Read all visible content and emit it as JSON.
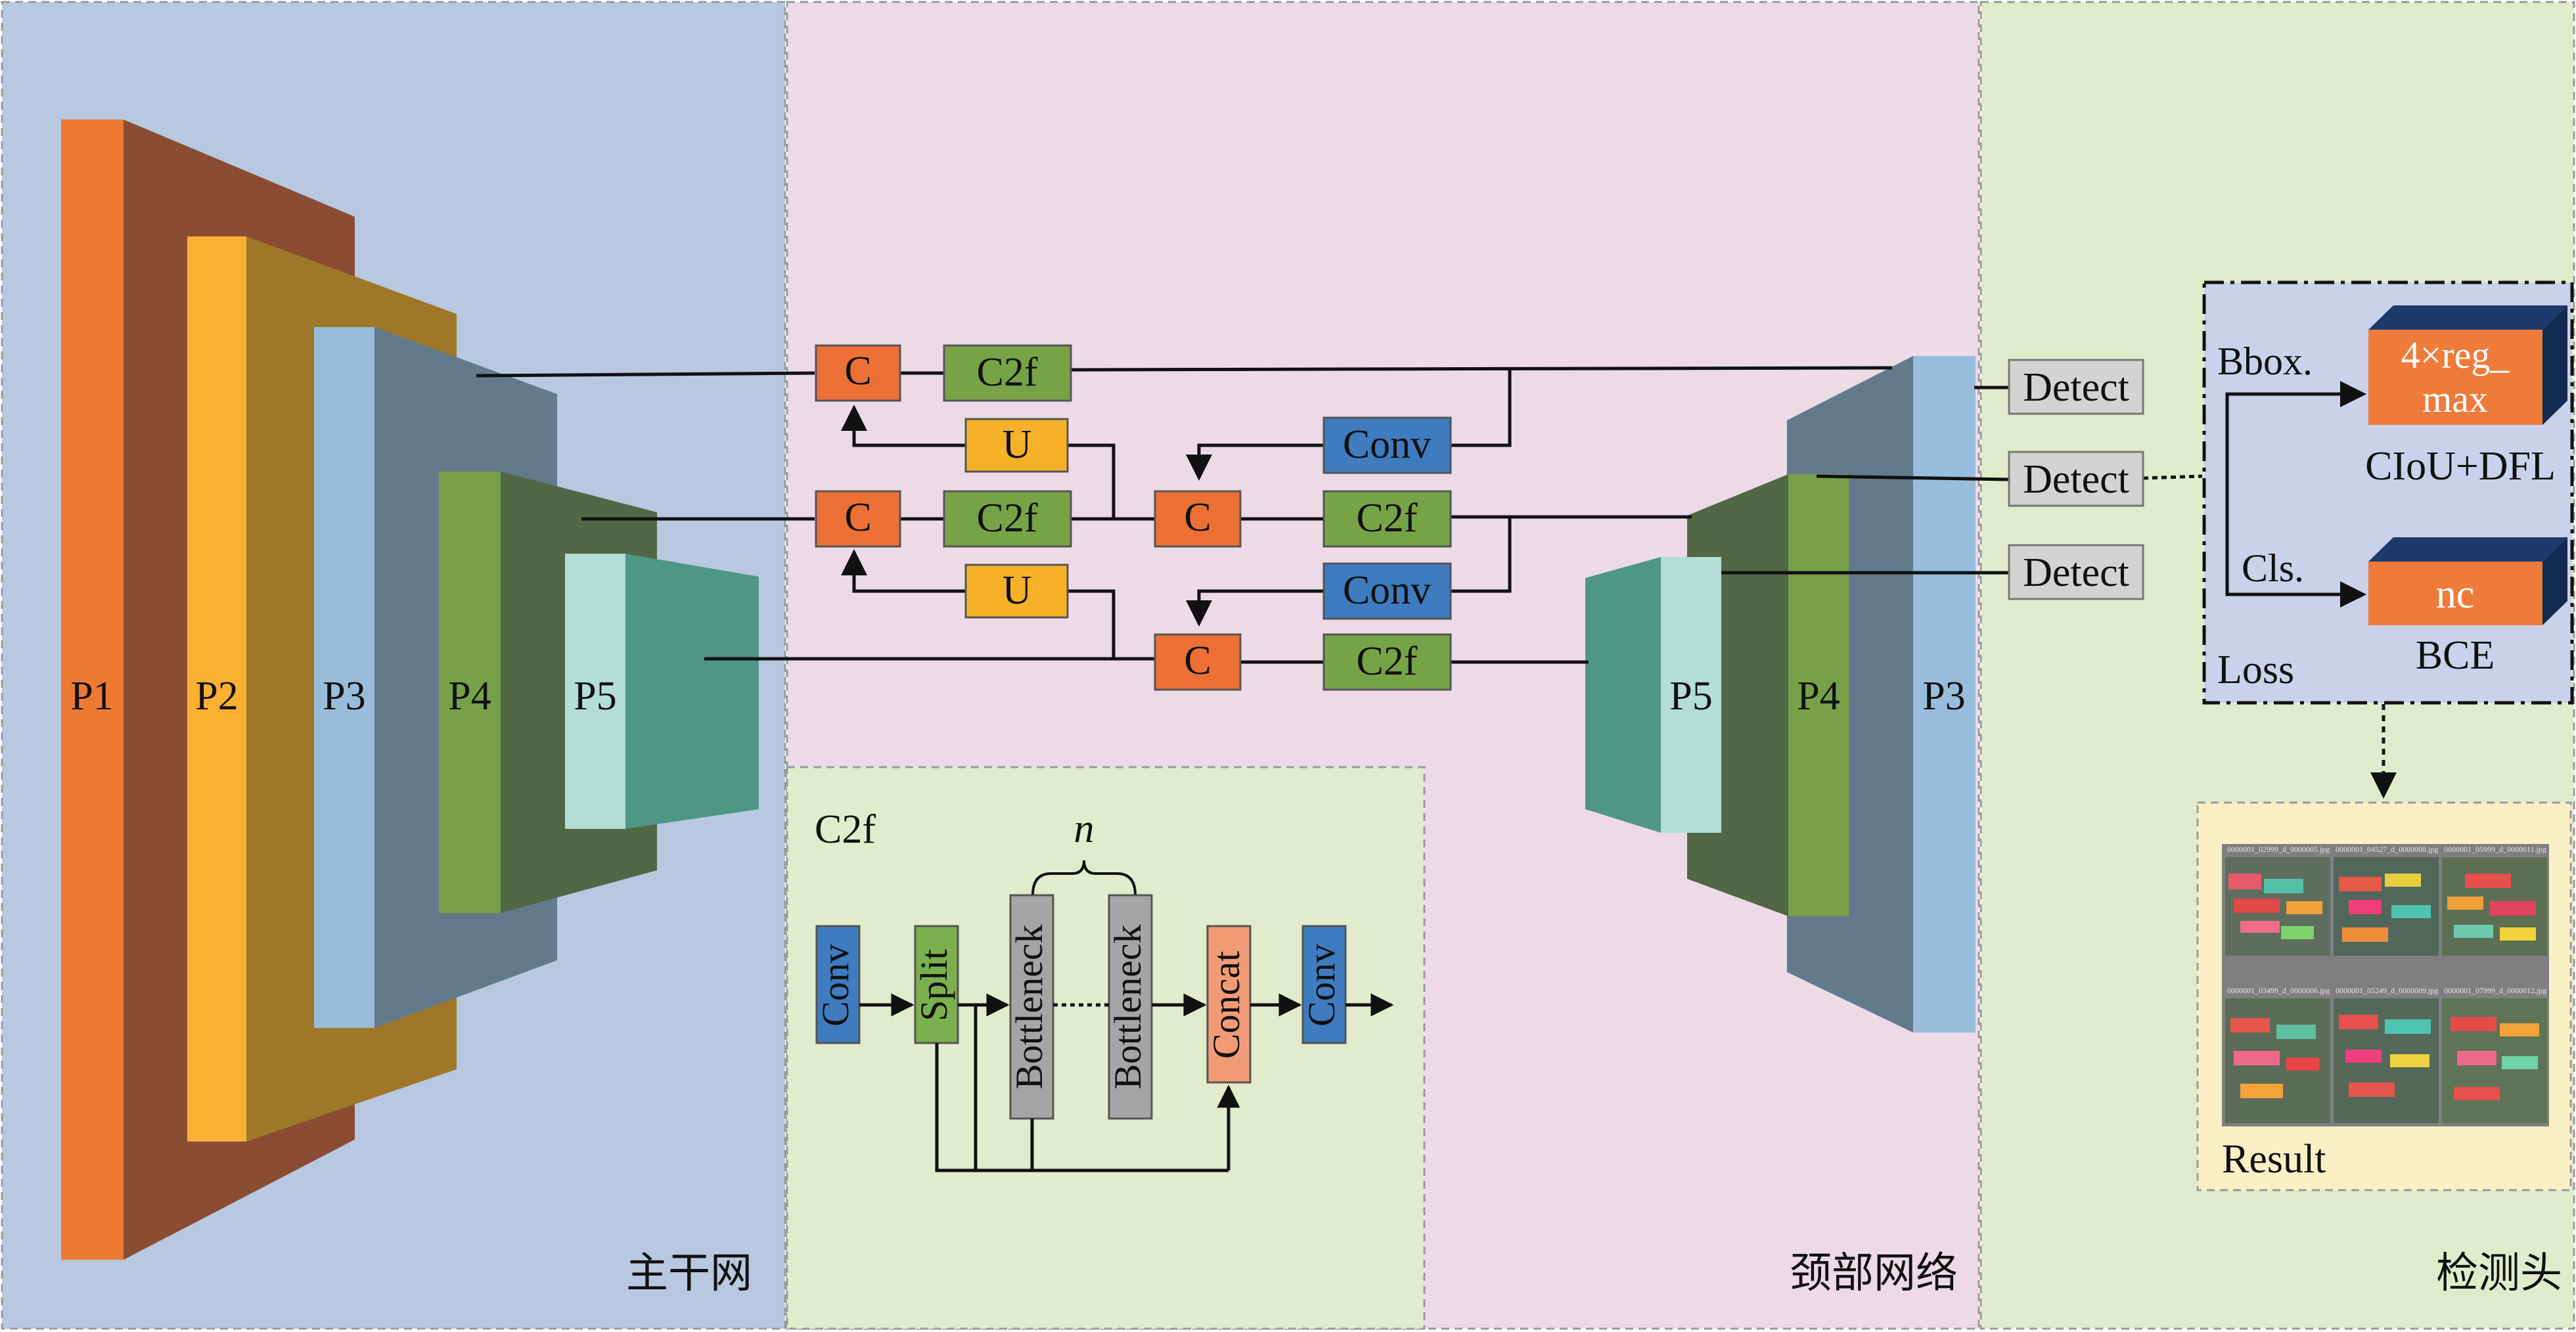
{
  "sections": {
    "backbone": "主干网",
    "neck": "颈部网络",
    "head": "检测头"
  },
  "backbone_layers": [
    "P1",
    "P2",
    "P3",
    "P4",
    "P5"
  ],
  "neck_layers": [
    "P5",
    "P4",
    "P3"
  ],
  "blocks": {
    "concat": "C",
    "c2f": "C2f",
    "upsample": "U",
    "conv": "Conv"
  },
  "detect": [
    "Detect",
    "Detect",
    "Detect"
  ],
  "loss": {
    "bbox_label": "Bbox.",
    "bbox_cube": [
      "4×reg_",
      "max"
    ],
    "bbox_loss": "CIoU+DFL",
    "cls_label": "Cls.",
    "cls_cube": "nc",
    "cls_loss": "BCE",
    "title": "Loss"
  },
  "result": {
    "label": "Result",
    "thumb_captions": [
      "0000001_02999_d_0000005.jpg",
      "0000001_04527_d_0000008.jpg",
      "0000001_05999_d_0000011.jpg",
      "0000001_03499_d_0000006.jpg",
      "0000001_05249_d_0000009.jpg",
      "0000001_07999_d_0000012.jpg"
    ]
  },
  "c2f_detail": {
    "title": "C2f",
    "n_label": "n",
    "blocks": [
      "Conv",
      "Split",
      "Bottleneck",
      "Bottleneck",
      "Concat",
      "Conv"
    ]
  },
  "colors": {
    "backbone_bg": "#b7c8e0",
    "neck_bg": "#ecdbe6",
    "head_bg": "#e1ebcb",
    "c2f_bg": "#e2ebcc",
    "loss_bg": "#c9d2ea",
    "result_bg": "#fbefc6",
    "concat": "#ec7035",
    "c2f": "#77a347",
    "upsample": "#f6b129",
    "conv": "#3e7bbf",
    "detect": "#d0d0d0",
    "split": "#7ab04d",
    "bottleneck": "#a5a5a5",
    "concat_block": "#f19b76"
  }
}
